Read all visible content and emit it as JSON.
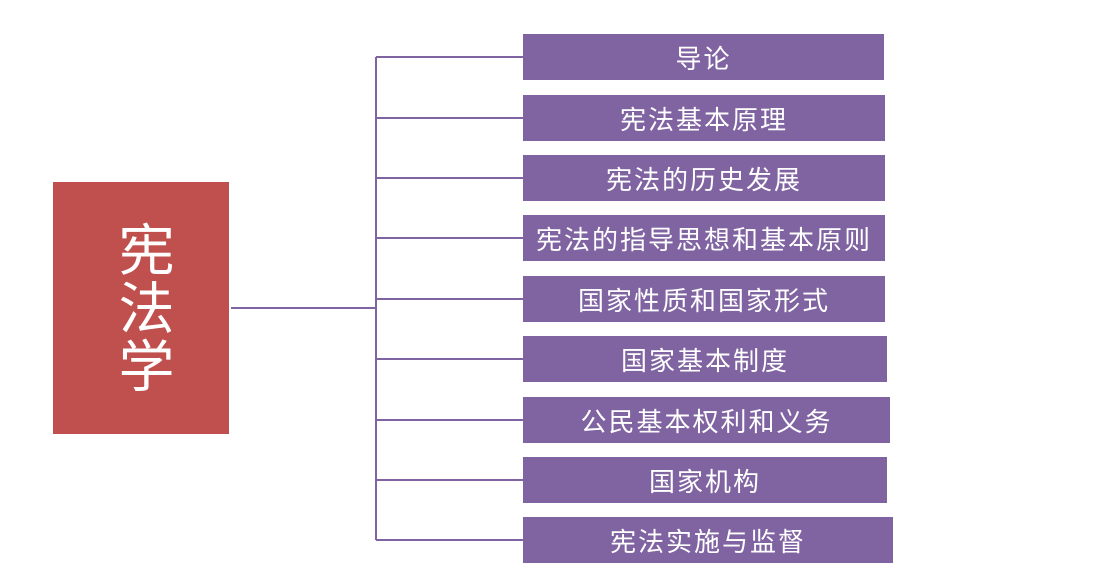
{
  "root": {
    "label": "宪法学"
  },
  "colors": {
    "root_fill": "#c0504d",
    "branch_fill": "#8064a2",
    "connector": "#8064a2",
    "text": "#ffffff"
  },
  "branches": [
    {
      "label": "导论"
    },
    {
      "label": "宪法基本原理"
    },
    {
      "label": "宪法的历史发展"
    },
    {
      "label": "宪法的指导思想和基本原则"
    },
    {
      "label": "国家性质和国家形式"
    },
    {
      "label": "国家基本制度"
    },
    {
      "label": "公民基本权利和义务"
    },
    {
      "label": "国家机构"
    },
    {
      "label": "宪法实施与监督"
    }
  ]
}
